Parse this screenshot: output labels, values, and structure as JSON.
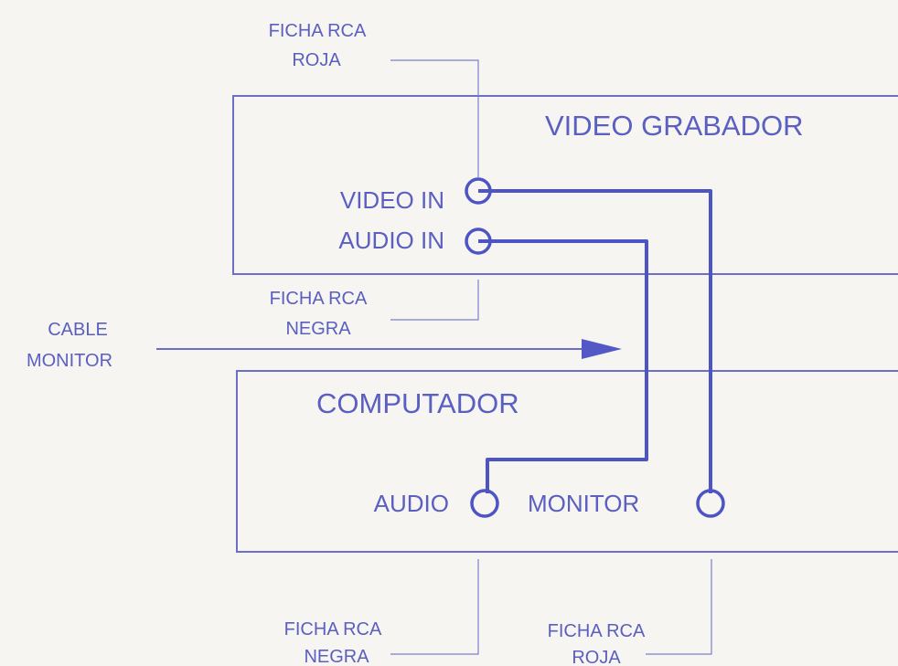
{
  "colors": {
    "background": "#f6f5f1",
    "line": "#6b70c6",
    "cable": "#4d54c4",
    "text": "#5a5fc0"
  },
  "labels": {
    "top_plug_line1": "FICHA RCA",
    "top_plug_line2": "ROJA",
    "video_recorder": "VIDEO GRABADOR",
    "video_in": "VIDEO IN",
    "audio_in": "AUDIO IN",
    "mid_plug_line1": "FICHA RCA",
    "mid_plug_line2": "NEGRA",
    "cable_line1": "CABLE",
    "cable_line2": "MONITOR",
    "computer": "COMPUTADOR",
    "audio": "AUDIO",
    "monitor": "MONITOR",
    "bottom_left_plug_line1": "FICHA RCA",
    "bottom_left_plug_line2": "NEGRA",
    "bottom_right_plug_line1": "FICHA RCA",
    "bottom_right_plug_line2": "ROJA"
  }
}
